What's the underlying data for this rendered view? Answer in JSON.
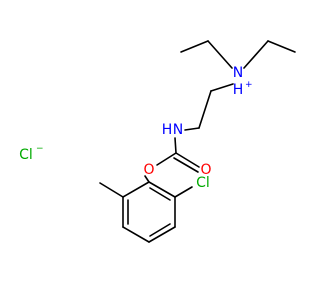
{
  "molecule": {
    "atoms": {
      "nitrogen_ammonium": {
        "symbol": "N",
        "charge": "+",
        "color": "#0000ff",
        "h_label": "H"
      },
      "nitrogen_amide": {
        "symbol": "N",
        "color": "#0000ff",
        "h_label": "H"
      },
      "oxygen_carbonyl": {
        "symbol": "O",
        "color": "#ff0000"
      },
      "oxygen_ester": {
        "symbol": "O",
        "color": "#ff0000"
      },
      "chlorine_ring": {
        "symbol": "Cl",
        "color": "#00aa00"
      },
      "chloride_ion": {
        "symbol": "Cl",
        "charge": "−",
        "color": "#00aa00"
      }
    },
    "bond_color": "#000000"
  }
}
